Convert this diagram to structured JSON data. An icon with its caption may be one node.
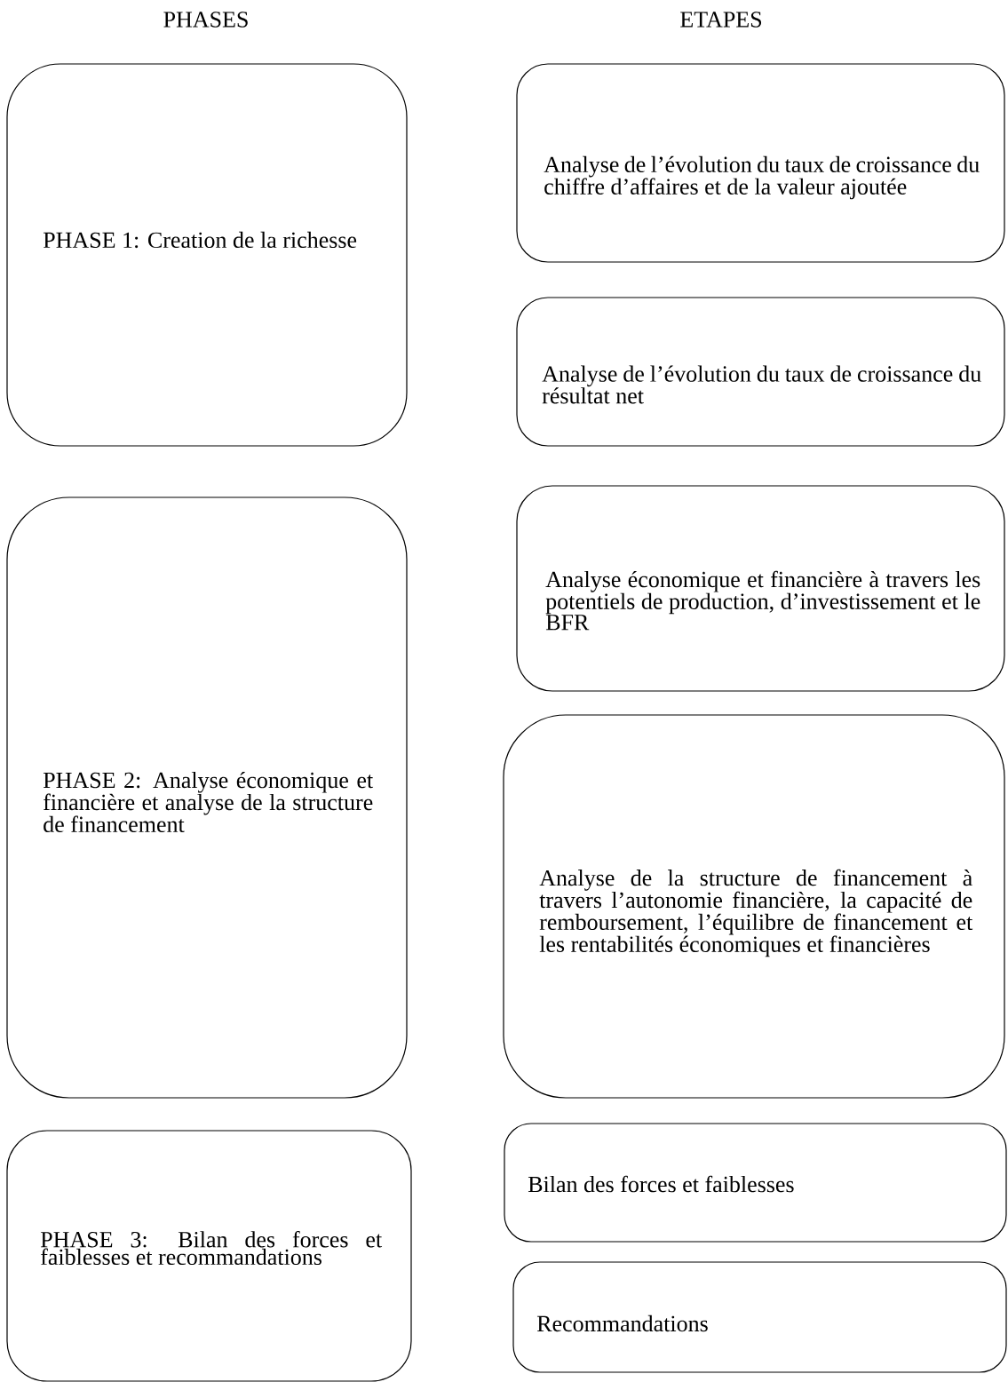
{
  "diagram": {
    "nodes": [
      {
        "text": [
          "PHASE 1: Creation de la richesse"
        ]
      },
      {
        "text": [
          "PHASE 2: Analyse économique et financière et analyse de la structure de financement"
        ]
      },
      {
        "text": [
          "PHASE 3: Bilan des forces et faiblesses et recommandations"
        ]
      },
      {
        "text": [
          "Analyse de l’évolution du taux de croissance du chiffre d’affaires et de la valeur ajoutée"
        ]
      },
      {
        "text": [
          "Analyse de l’évolution du taux de croissance du résultat net"
        ]
      },
      {
        "text": [
          "Analyse économique et financière à travers les potentiels de production, d’investissement et le BFR"
        ]
      },
      {
        "text": [
          "Analyse de la structure de financement à travers l’autonomie financière, la capacité de remboursement, l’équilibre de financement et les rentabilités économiques et financières"
        ]
      },
      {
        "text": [
          "Bilan des forces et faiblesses"
        ]
      },
      {
        "text": [
          "Recommandations"
        ]
      }
    ],
    "labels": [
      "PHASES",
      "ETAPES"
    ]
  }
}
